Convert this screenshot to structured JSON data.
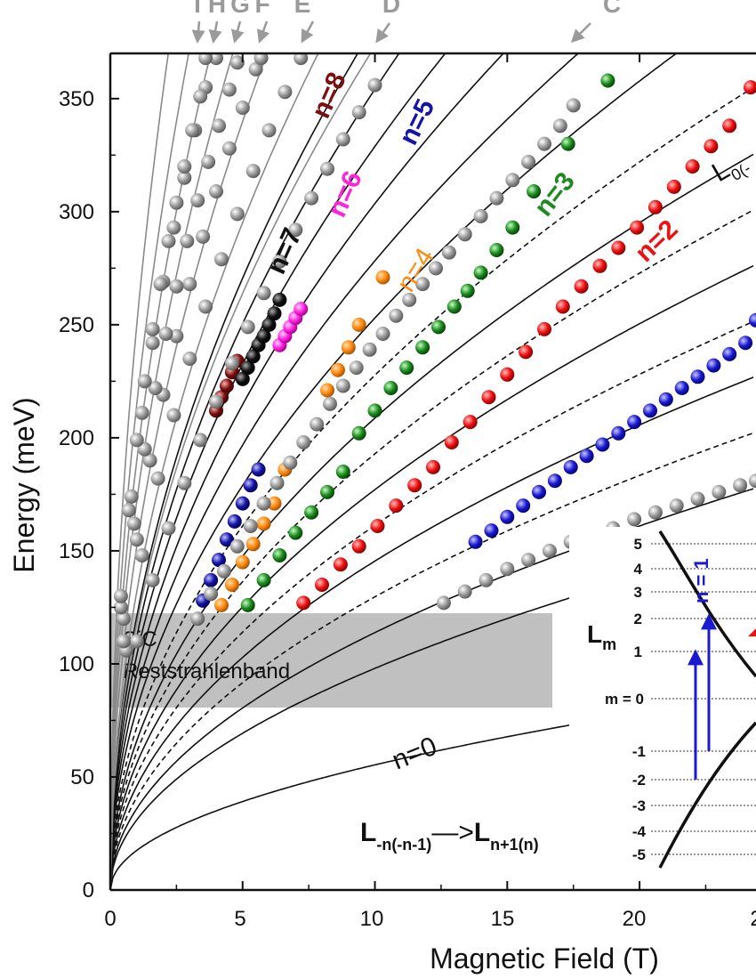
{
  "chart_data": {
    "type": "scatter",
    "xlabel": "Magnetic Field (T)",
    "ylabel": "Energy (meV)",
    "xlim": [
      0,
      24.4
    ],
    "ylim": [
      0,
      370
    ],
    "x_ticks": [
      "0",
      "5",
      "10",
      "15",
      "20",
      "2"
    ],
    "y_ticks": [
      "0",
      "50",
      "100",
      "150",
      "200",
      "250",
      "300",
      "350"
    ],
    "top_letters": [
      "I",
      "H",
      "G",
      "F",
      "E",
      "D",
      "C"
    ],
    "reststrahlen": {
      "label1": "SiC",
      "label2": "Reststrahlenband",
      "ymin": 81,
      "ymax": 122,
      "xmin": 0,
      "xmax": 16.9
    },
    "transition_label": {
      "main1": "L",
      "sub1": "-n(-n-1)",
      "arrow": "—>",
      "main2": "L",
      "sub2": "n+1(n)"
    },
    "cutoff_label": {
      "main": "L",
      "sub": "0(-"
    },
    "colors": {
      "gray": "#9a9a9a",
      "n8": "#7a1010",
      "n7": "#111111",
      "n6": "#ff22dd",
      "n5": "#1414a8",
      "n4": "#ff8a10",
      "n3": "#1f8a1f",
      "n2": "#ee1111",
      "n1": "#1a1ad0",
      "reststrahlen": "#c0c0c0"
    },
    "series": [
      {
        "name": "n=8",
        "color": "n8",
        "x": [
          4.0,
          4.2,
          4.4,
          4.6,
          4.8
        ],
        "y": [
          212,
          218,
          223,
          229,
          234
        ]
      },
      {
        "name": "n=7",
        "color": "n7",
        "x": [
          5.0,
          5.2,
          5.4,
          5.6,
          5.8,
          6.0,
          6.2,
          6.4
        ],
        "y": [
          226,
          231,
          236,
          241,
          245,
          250,
          255,
          261
        ]
      },
      {
        "name": "n=6",
        "color": "n6",
        "x": [
          6.4,
          6.6,
          6.8,
          7.0,
          7.2
        ],
        "y": [
          241,
          245,
          249,
          253,
          257
        ]
      },
      {
        "name": "n=5",
        "color": "n5",
        "x": [
          3.5,
          3.8,
          4.1,
          4.4,
          4.7,
          5.0,
          5.3,
          5.6
        ],
        "y": [
          128,
          137,
          146,
          155,
          163,
          171,
          179,
          186
        ]
      },
      {
        "name": "n=4",
        "color": "n4",
        "x": [
          4.2,
          4.6,
          5.0,
          5.4,
          5.8,
          6.2,
          6.6,
          8.2,
          8.6,
          9.0,
          9.4,
          10.3
        ],
        "y": [
          126,
          135,
          145,
          153,
          162,
          171,
          186,
          221,
          230,
          240,
          250,
          271
        ]
      },
      {
        "name": "n=3",
        "color": "n3",
        "x": [
          5.2,
          5.8,
          6.4,
          7.0,
          7.6,
          8.2,
          8.8,
          9.4,
          10.0,
          10.6,
          11.2,
          11.8,
          12.4,
          13.0,
          13.5,
          14.0,
          14.6,
          15.2,
          16.0,
          17.3,
          18.8
        ],
        "y": [
          126,
          137,
          148,
          158,
          167,
          176,
          185,
          202,
          212,
          222,
          231,
          240,
          249,
          258,
          265,
          273,
          283,
          293,
          309,
          330,
          358
        ]
      },
      {
        "name": "n=2",
        "color": "n2",
        "x": [
          7.3,
          8.0,
          8.7,
          9.4,
          10.1,
          10.8,
          11.5,
          12.2,
          12.9,
          13.6,
          14.3,
          15.0,
          15.7,
          16.4,
          17.1,
          17.8,
          18.5,
          19.2,
          19.9,
          20.6,
          21.3,
          22.0,
          22.7,
          23.4,
          24.2
        ],
        "y": [
          127,
          135,
          144,
          152,
          161,
          170,
          179,
          187,
          198,
          207,
          218,
          228,
          238,
          248,
          258,
          267,
          276,
          284,
          293,
          302,
          311,
          320,
          329,
          338,
          355
        ]
      },
      {
        "name": "n=1",
        "color": "n1",
        "x": [
          13.8,
          14.4,
          15.0,
          15.6,
          16.2,
          16.8,
          17.4,
          18.0,
          18.6,
          19.2,
          19.8,
          20.4,
          21.0,
          21.6,
          22.2,
          22.8,
          23.4,
          24.0,
          24.4
        ],
        "y": [
          154,
          159,
          165,
          170,
          176,
          181,
          187,
          192,
          197,
          202,
          207,
          212,
          217,
          222,
          227,
          232,
          237,
          242,
          252
        ]
      },
      {
        "name": "C",
        "color": "gray",
        "x": [
          3.3,
          3.8,
          4.3,
          4.8,
          5.3,
          5.8,
          6.3,
          6.8,
          7.3,
          7.8,
          8.3,
          8.8,
          9.3,
          9.8,
          10.3,
          10.8,
          11.3,
          11.8,
          12.3,
          12.8,
          13.4,
          14.0,
          14.6,
          15.2,
          15.8,
          16.4,
          17.0,
          17.5
        ],
        "y": [
          120,
          131,
          141,
          152,
          161,
          171,
          180,
          189,
          198,
          206,
          215,
          223,
          231,
          239,
          246,
          254,
          261,
          268,
          275,
          282,
          290,
          298,
          306,
          314,
          322,
          330,
          338,
          347
        ]
      },
      {
        "name": "D",
        "color": "gray",
        "x": [
          1.0,
          1.6,
          2.2,
          2.8,
          3.4,
          4.0,
          4.6,
          5.2,
          5.8,
          6.4,
          7.0,
          7.6,
          8.2,
          8.8,
          9.4,
          10.0
        ],
        "y": [
          110,
          137,
          160,
          180,
          199,
          216,
          233,
          249,
          264,
          278,
          292,
          306,
          319,
          332,
          344,
          356
        ]
      },
      {
        "name": "E",
        "color": "gray",
        "x": [
          0.6,
          1.2,
          1.8,
          2.4,
          3.0,
          3.6,
          4.2,
          4.8,
          5.4,
          6.0,
          6.6,
          7.2
        ],
        "y": [
          106,
          148,
          182,
          210,
          235,
          258,
          279,
          299,
          318,
          336,
          353,
          368
        ]
      },
      {
        "name": "F",
        "color": "gray",
        "x": [
          0.5,
          1.0,
          1.5,
          2.0,
          2.5,
          3.0,
          3.5,
          4.0,
          4.5,
          5.0,
          5.5,
          5.7
        ],
        "y": [
          110,
          155,
          190,
          219,
          245,
          268,
          289,
          309,
          328,
          346,
          363,
          368
        ]
      },
      {
        "name": "G",
        "color": "gray",
        "x": [
          0.5,
          0.9,
          1.3,
          1.7,
          2.1,
          2.5,
          2.9,
          3.3,
          3.7,
          4.1,
          4.5,
          4.8
        ],
        "y": [
          120,
          162,
          195,
          222,
          246,
          267,
          287,
          305,
          322,
          338,
          354,
          366
        ]
      },
      {
        "name": "H",
        "color": "gray",
        "x": [
          0.4,
          0.8,
          1.2,
          1.6,
          2.0,
          2.4,
          2.8,
          3.2,
          3.6,
          4.0
        ],
        "y": [
          125,
          174,
          211,
          242,
          269,
          293,
          315,
          336,
          355,
          368
        ]
      },
      {
        "name": "I",
        "color": "gray",
        "x": [
          0.4,
          0.7,
          1.0,
          1.3,
          1.6,
          1.9,
          2.2,
          2.5,
          2.8,
          3.1,
          3.4,
          3.6
        ],
        "y": [
          130,
          168,
          199,
          225,
          248,
          268,
          287,
          304,
          320,
          336,
          351,
          368
        ]
      },
      {
        "name": "gray-low",
        "color": "gray",
        "x": [
          12.6,
          13.4,
          14.2,
          15.0,
          15.8,
          16.6,
          17.4,
          18.2,
          19.0,
          19.8,
          20.6,
          21.4,
          22.2,
          23.0,
          23.8,
          24.4
        ],
        "y": [
          127,
          132,
          137,
          142,
          146,
          150,
          154,
          157,
          160,
          164,
          167,
          170,
          173,
          176,
          179,
          181
        ]
      }
    ],
    "level_labels": [
      {
        "name": "n=8",
        "color": "n8"
      },
      {
        "name": "n=7",
        "color": "n7"
      },
      {
        "name": "n=6",
        "color": "n6"
      },
      {
        "name": "n=5",
        "color": "n5"
      },
      {
        "name": "n=4",
        "color": "n4"
      },
      {
        "name": "n=3",
        "color": "n3"
      },
      {
        "name": "n=2",
        "color": "n2"
      },
      {
        "name": "n=0",
        "color": "n7"
      }
    ],
    "inset": {
      "ylabel_main": "L",
      "ylabel_sub": "m",
      "levels": [
        "5",
        "4",
        "3",
        "2",
        "1",
        "m = 0",
        "-1",
        "-2",
        "-3",
        "-4",
        "-5"
      ],
      "arrow_label": "n = 1"
    }
  }
}
